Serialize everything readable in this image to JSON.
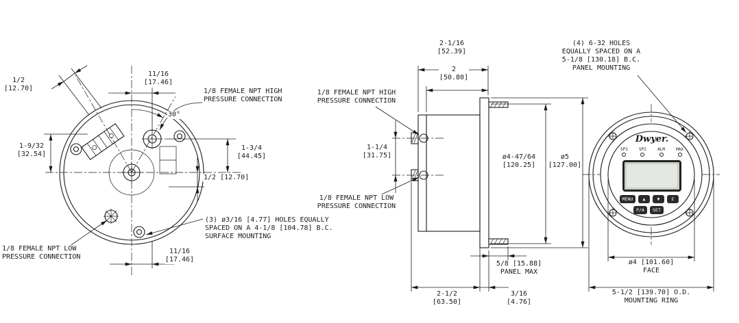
{
  "colors": {
    "line": "#1a1a1a",
    "key_bg": "#2b2b2b",
    "lcd_bg": "#e4e8e0"
  },
  "rear_view": {
    "dim_half_top": "1/2\n[12.70]",
    "dim_11_16_top": "11/16\n[17.46]",
    "label_high_npt": "1/8 FEMALE NPT HIGH\nPRESSURE CONNECTION",
    "angle": "30°",
    "dim_1_9_32": "1-9/32\n[32.54]",
    "dim_1_3_4": "1-3/4\n[44.45]",
    "dim_half_mid": "1/2 [12.70]",
    "note_holes": "(3) ø3/16 [4.77] HOLES EQUALLY\nSPACED ON A 4-1/8 [104.78] B.C.\nSURFACE MOUNTING",
    "label_low_npt": "1/8 FEMALE NPT LOW\nPRESSURE CONNECTION",
    "dim_11_16_bottom": "11/16\n[17.46]"
  },
  "side_view": {
    "dim_2_1_16": "2-1/16\n[52.39]",
    "dim_2": "2\n[50.80]",
    "label_high_npt": "1/8 FEMALE NPT HIGH\nPRESSURE CONNECTION",
    "dim_1_1_4": "1-1/4\n[31.75]",
    "label_low_npt": "1/8 FEMALE NPT LOW\nPRESSURE CONNECTION",
    "dim_dia_4_47_64": "ø4-47/64\n[120.25]",
    "dim_dia_5": "ø5\n[127.00]",
    "dim_panel_max": "5/8 [15.88]\nPANEL MAX",
    "dim_2_1_2": "2-1/2\n[63.50]",
    "dim_3_16": "3/16\n[4.76]"
  },
  "front_view": {
    "note_holes": "(4) 6-32 HOLES\nEQUALLY SPACED ON A\n5-1/8 [130.18] B.C.\nPANEL MOUNTING",
    "logo": "Dwyer.",
    "led_labels": [
      "SP1",
      "SP2",
      "ALM",
      "MAX"
    ],
    "keys": {
      "menu": "MENU",
      "up": "▲",
      "down": "▼",
      "enter": "E",
      "pa": "P/A",
      "set": "SET"
    },
    "dim_face": "ø4 [101.60]\nFACE",
    "dim_ring": "5-1/2 [139.70] O.D.\nMOUNTING RING"
  }
}
